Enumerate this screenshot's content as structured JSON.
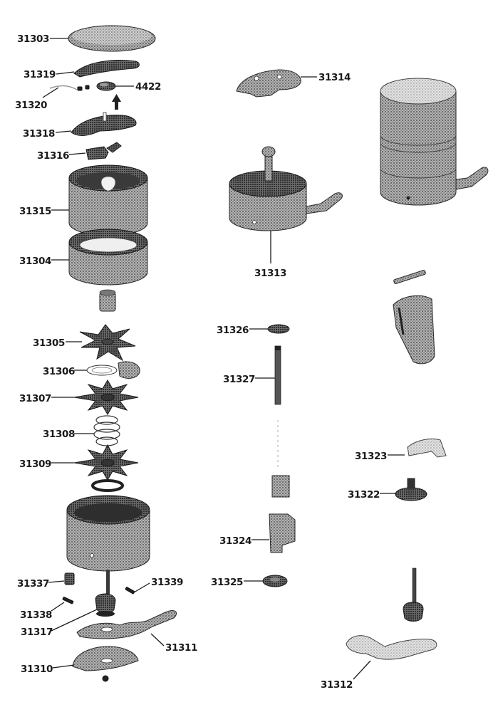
{
  "diagram": {
    "parts": {
      "p31303": "31303",
      "p31319": "31319",
      "p31320": "31320",
      "p4422": "4422",
      "p31318": "31318",
      "p31316": "31316",
      "p31315": "31315",
      "p31304": "31304",
      "p31305": "31305",
      "p31306": "31306",
      "p31307": "31307",
      "p31308": "31308",
      "p31309": "31309",
      "p31337": "31337",
      "p31338": "31338",
      "p31317": "31317",
      "p31339": "31339",
      "p31311": "31311",
      "p31310": "31310",
      "p31314": "31314",
      "p31313": "31313",
      "p31326": "31326",
      "p31327": "31327",
      "p31324": "31324",
      "p31325": "31325",
      "p31323": "31323",
      "p31322": "31322",
      "p31312": "31312"
    }
  }
}
